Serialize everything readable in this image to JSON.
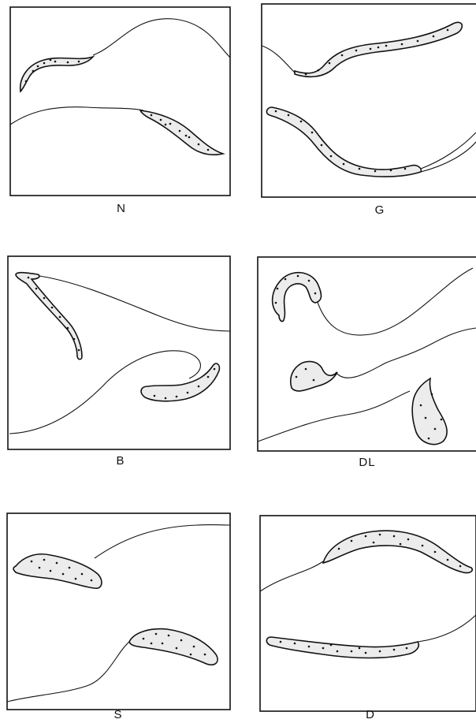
{
  "panels": [
    {
      "id": "N",
      "label": "N"
    },
    {
      "id": "G",
      "label": "G"
    },
    {
      "id": "B",
      "label": "B"
    },
    {
      "id": "DL",
      "label": "DL"
    },
    {
      "id": "S",
      "label": "S"
    },
    {
      "id": "D",
      "label": "D"
    }
  ],
  "colors": {
    "line": "#111111",
    "fill": "#ececec",
    "background": "#ffffff"
  }
}
